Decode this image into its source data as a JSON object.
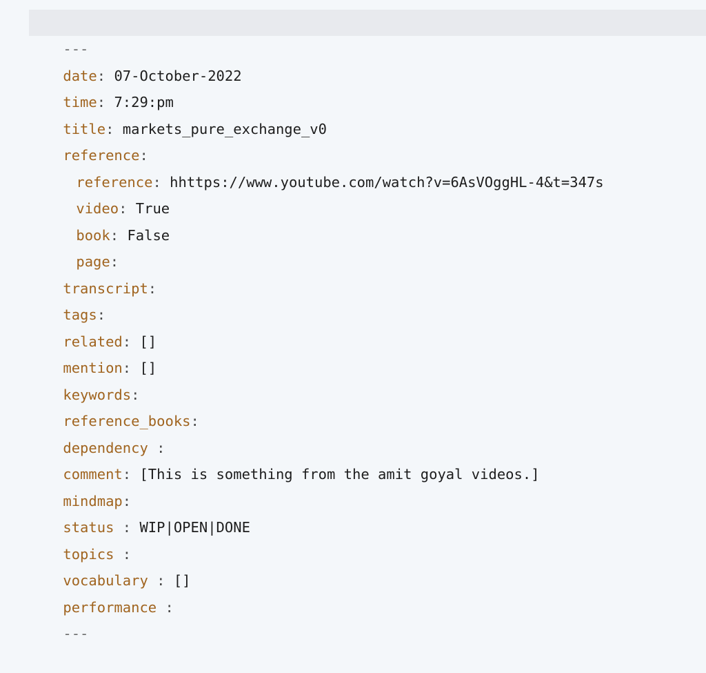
{
  "frontmatter_open": "---",
  "frontmatter_close": "---",
  "fields": {
    "date": {
      "key": "date",
      "sep": ": ",
      "value": "07-October-2022"
    },
    "time": {
      "key": "time",
      "sep": ": ",
      "value": "7:29:pm"
    },
    "title": {
      "key": "title",
      "sep": ": ",
      "value": "markets_pure_exchange_v0"
    },
    "reference": {
      "key": "reference",
      "sep": ":",
      "value": ""
    },
    "reference_ref": {
      "key": "reference",
      "sep": ": ",
      "value": "hhttps://www.youtube.com/watch?v=6AsVOggHL-4&t=347s"
    },
    "video": {
      "key": "video",
      "sep": ": ",
      "value": "True"
    },
    "book": {
      "key": "book",
      "sep": ": ",
      "value": "False"
    },
    "page": {
      "key": "page",
      "sep": ":",
      "value": ""
    },
    "transcript": {
      "key": "transcript",
      "sep": ":",
      "value": ""
    },
    "tags": {
      "key": "tags",
      "sep": ":",
      "value": ""
    },
    "related": {
      "key": "related",
      "sep": ": ",
      "value": "[]"
    },
    "mention": {
      "key": "mention",
      "sep": ": ",
      "value": "[]"
    },
    "keywords": {
      "key": "keywords",
      "sep": ":",
      "value": ""
    },
    "reference_books": {
      "key": "reference_books",
      "sep": ":",
      "value": ""
    },
    "dependency": {
      "key": "dependency",
      "sep": " :",
      "value": ""
    },
    "comment": {
      "key": "comment",
      "sep": ": ",
      "value": "[This is something from the amit goyal videos.]"
    },
    "mindmap": {
      "key": "mindmap",
      "sep": ":",
      "value": ""
    },
    "status": {
      "key": "status",
      "sep": " : ",
      "value": "WIP|OPEN|DONE"
    },
    "topics": {
      "key": "topics",
      "sep": " :",
      "value": ""
    },
    "vocabulary": {
      "key": "vocabulary",
      "sep": " : ",
      "value": "[]"
    },
    "performance": {
      "key": "performance",
      "sep": " :",
      "value": ""
    }
  }
}
